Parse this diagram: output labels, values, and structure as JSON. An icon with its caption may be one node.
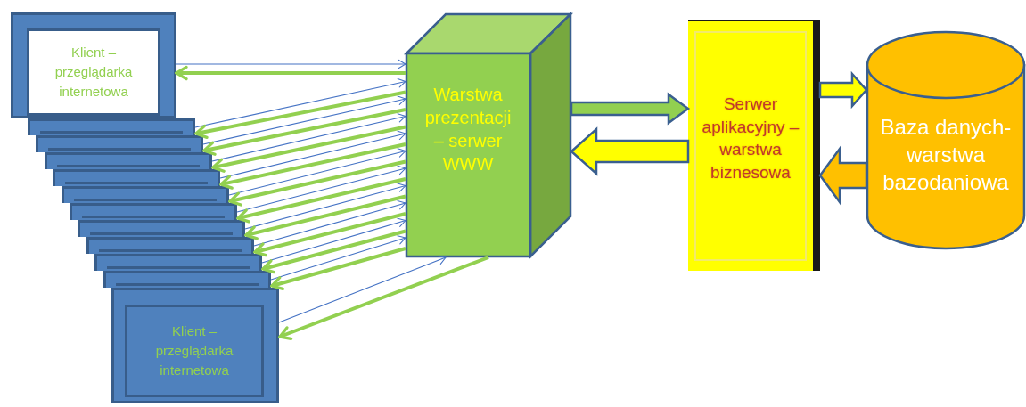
{
  "diagram": {
    "nodes": [
      {
        "text": [
          "Klient – przeglądarka internetowa"
        ]
      },
      {
        "text": [],
        "shape": "box"
      },
      {
        "text": [],
        "shape": "box"
      },
      {
        "text": [],
        "shape": "box"
      },
      {
        "text": [],
        "shape": "box"
      },
      {
        "text": [],
        "shape": "box"
      },
      {
        "text": [],
        "shape": "box"
      },
      {
        "text": [],
        "shape": "box"
      },
      {
        "text": [],
        "shape": "box"
      },
      {
        "text": [],
        "shape": "box"
      },
      {
        "text": [],
        "shape": "box"
      },
      {
        "text": [
          "Klient – przeglądarka internetowa"
        ]
      },
      {
        "text": [
          "Warstwa prezentacji – serwer WWW"
        ]
      },
      {
        "text": [
          "Serwer aplikacyjny – warstwa biznesowa"
        ]
      },
      {
        "text": [
          "Baza danych- warstwa bazodaniowa"
        ]
      }
    ],
    "edges": [
      {
        "from": 0,
        "to": 12,
        "arrow": "to",
        "color": "#4472c4"
      },
      {
        "from": 12,
        "to": 0,
        "arrow": "to",
        "style": "thick",
        "color": "#92d050"
      },
      {
        "from": 1,
        "to": 12,
        "arrow": "to",
        "color": "#4472c4"
      },
      {
        "from": 12,
        "to": 1,
        "arrow": "to",
        "style": "thick",
        "color": "#92d050"
      },
      {
        "from": 2,
        "to": 12,
        "arrow": "to",
        "color": "#4472c4"
      },
      {
        "from": 12,
        "to": 2,
        "arrow": "to",
        "style": "thick",
        "color": "#92d050"
      },
      {
        "from": 3,
        "to": 12,
        "arrow": "to",
        "color": "#4472c4"
      },
      {
        "from": 12,
        "to": 3,
        "arrow": "to",
        "style": "thick",
        "color": "#92d050"
      },
      {
        "from": 4,
        "to": 12,
        "arrow": "to",
        "color": "#4472c4"
      },
      {
        "from": 12,
        "to": 4,
        "arrow": "to",
        "style": "thick",
        "color": "#92d050"
      },
      {
        "from": 5,
        "to": 12,
        "arrow": "to",
        "color": "#4472c4"
      },
      {
        "from": 12,
        "to": 5,
        "arrow": "to",
        "style": "thick",
        "color": "#92d050"
      },
      {
        "from": 6,
        "to": 12,
        "arrow": "to",
        "color": "#4472c4"
      },
      {
        "from": 12,
        "to": 6,
        "arrow": "to",
        "style": "thick",
        "color": "#92d050"
      },
      {
        "from": 7,
        "to": 12,
        "arrow": "to",
        "color": "#4472c4"
      },
      {
        "from": 12,
        "to": 7,
        "arrow": "to",
        "style": "thick",
        "color": "#92d050"
      },
      {
        "from": 8,
        "to": 12,
        "arrow": "to",
        "color": "#4472c4"
      },
      {
        "from": 12,
        "to": 8,
        "arrow": "to",
        "style": "thick",
        "color": "#92d050"
      },
      {
        "from": 9,
        "to": 12,
        "arrow": "to",
        "color": "#4472c4"
      },
      {
        "from": 12,
        "to": 9,
        "arrow": "to",
        "style": "thick",
        "color": "#92d050"
      },
      {
        "from": 10,
        "to": 12,
        "arrow": "to",
        "color": "#4472c4"
      },
      {
        "from": 12,
        "to": 10,
        "arrow": "to",
        "style": "thick",
        "color": "#92d050"
      },
      {
        "from": 11,
        "to": 12,
        "arrow": "to",
        "color": "#4472c4"
      },
      {
        "from": 12,
        "to": 11,
        "arrow": "to",
        "style": "thick",
        "color": "#92d050"
      },
      {
        "from": 12,
        "to": 13,
        "arrow": "to",
        "style": "thick",
        "color": "#92d050"
      },
      {
        "from": 13,
        "to": 12,
        "arrow": "to",
        "style": "thick",
        "color": "#ffff00"
      },
      {
        "from": 13,
        "to": 14,
        "arrow": "to",
        "style": "thick",
        "color": "#ffff00"
      },
      {
        "from": 14,
        "to": 13,
        "arrow": "to",
        "style": "thick",
        "color": "#ffc000"
      }
    ]
  }
}
